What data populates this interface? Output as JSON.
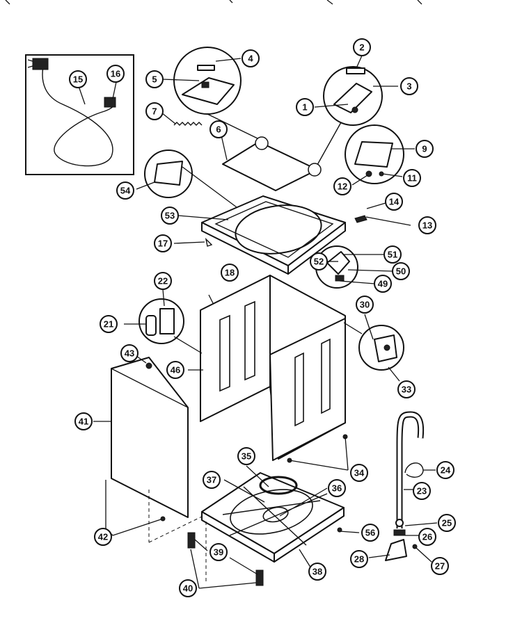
{
  "diagram": {
    "type": "exploded parts diagram",
    "callouts": [
      "1",
      "2",
      "3",
      "4",
      "5",
      "6",
      "7",
      "9",
      "11",
      "12",
      "13",
      "14",
      "15",
      "16",
      "17",
      "18",
      "21",
      "22",
      "23",
      "24",
      "25",
      "26",
      "27",
      "28",
      "30",
      "33",
      "34",
      "35",
      "36",
      "37",
      "38",
      "39",
      "40",
      "41",
      "42",
      "43",
      "46",
      "49",
      "50",
      "51",
      "52",
      "53",
      "54",
      "56"
    ]
  }
}
